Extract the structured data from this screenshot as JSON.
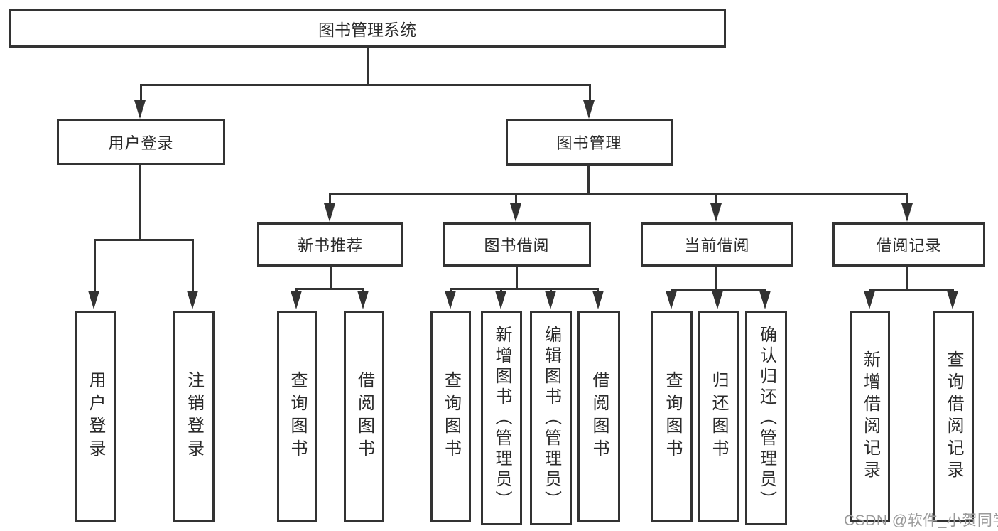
{
  "diagram": {
    "type": "hierarchy-tree",
    "title": "图书管理系统",
    "watermark": "CSDN @软件_小贺同学",
    "colors": {
      "line": "#333333",
      "text": "#2b2b2b",
      "box_background": "#ffffff",
      "page_background": "#ffffff",
      "watermark": "#9a9a9a"
    },
    "root": {
      "label": "图书管理系统"
    },
    "level2": {
      "user": {
        "label": "用户登录"
      },
      "book": {
        "label": "图书管理"
      }
    },
    "level3": {
      "newbook": {
        "label": "新书推荐"
      },
      "borrow": {
        "label": "图书借阅"
      },
      "current": {
        "label": "当前借阅"
      },
      "records": {
        "label": "借阅记录"
      }
    },
    "leaves": {
      "user_login": {
        "label": "用户登录"
      },
      "user_logout": {
        "label": "注销登录"
      },
      "newbook_query": {
        "label": "查询图书"
      },
      "newbook_borrow": {
        "label": "借阅图书"
      },
      "borrow_query": {
        "label": "查询图书"
      },
      "borrow_add": {
        "label": "新增图书（管理员）"
      },
      "borrow_edit": {
        "label": "编辑图书（管理员）"
      },
      "borrow_lend": {
        "label": "借阅图书"
      },
      "current_query": {
        "label": "查询图书"
      },
      "current_return": {
        "label": "归还图书"
      },
      "current_confirm": {
        "label": "确认归还（管理员）"
      },
      "records_add": {
        "label": "新增借阅记录"
      },
      "records_query": {
        "label": "查询借阅记录"
      }
    }
  }
}
